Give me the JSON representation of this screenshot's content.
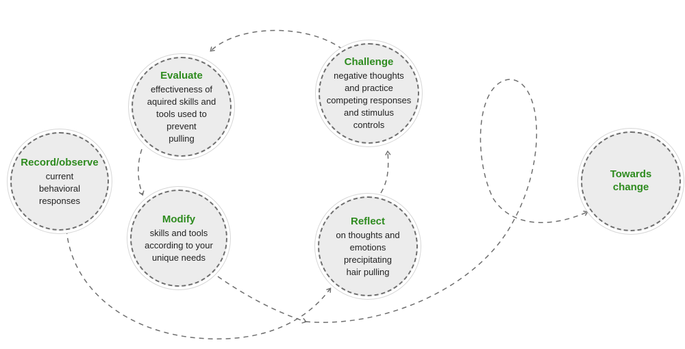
{
  "nodes": {
    "record": {
      "title": "Record/observe",
      "desc": "current\nbehavioral\nresponses"
    },
    "evaluate": {
      "title": "Evaluate",
      "desc": "effectiveness of\naquired skills and\ntools used to\nprevent\npulling"
    },
    "modify": {
      "title": "Modify",
      "desc": "skills and tools\naccording to your\nunique needs"
    },
    "challenge": {
      "title": "Challenge",
      "desc": "negative thoughts\nand practice\ncompeting responses\nand stimulus\ncontrols"
    },
    "reflect": {
      "title": "Reflect",
      "desc": "on thoughts and\nemotions\nprecipitating\nhair pulling"
    },
    "towards": {
      "title": "Towards\nchange",
      "desc": ""
    }
  },
  "style": {
    "title_color": "#2e8b1f",
    "node_fill": "#ececec",
    "connector_color": "#6e6e6e"
  }
}
